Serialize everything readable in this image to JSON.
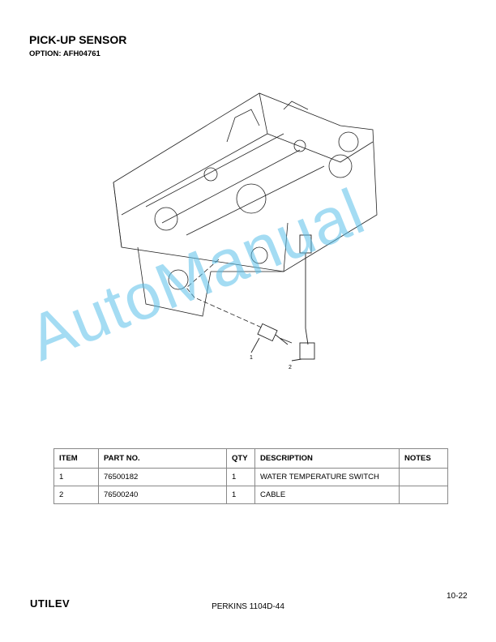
{
  "header": {
    "title": "PICK-UP SENSOR",
    "option": "OPTION: AFH04761"
  },
  "drawing": {
    "callouts": [
      "1",
      "2"
    ]
  },
  "watermark": "AutoManual",
  "table": {
    "headers": [
      "ITEM",
      "PART NO.",
      "QTY",
      "DESCRIPTION",
      "NOTES"
    ],
    "rows": [
      {
        "item": "1",
        "part": "76500182",
        "qty": "1",
        "description": "WATER TEMPERATURE SWITCH",
        "notes": ""
      },
      {
        "item": "2",
        "part": "76500240",
        "qty": "1",
        "description": "CABLE",
        "notes": ""
      }
    ]
  },
  "footer": {
    "logo": "UTILEV",
    "model": "PERKINS 1104D-44",
    "page": "10-22"
  }
}
